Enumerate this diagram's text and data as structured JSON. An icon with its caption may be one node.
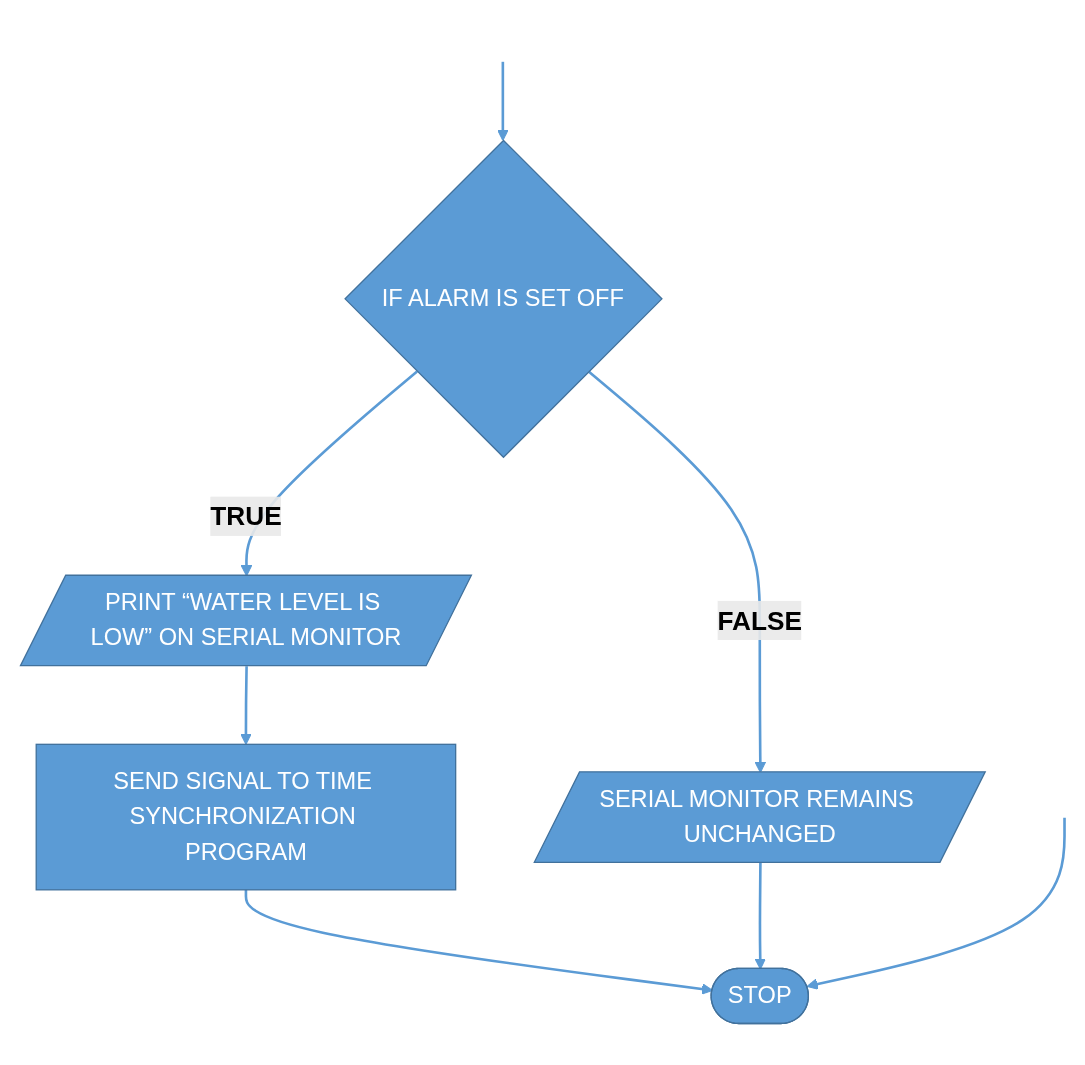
{
  "diagram": {
    "nodes": [
      {
        "text": [
          "IF ALARM IS SET OFF"
        ]
      },
      {
        "text": [
          "SERIAL MONITOR REMAINS UNCHANGED"
        ]
      },
      {
        "text": [
          "PRINT “WATER LEVEL IS LOW” ON SERIAL MONITOR"
        ]
      },
      {
        "text": [
          "SEND SIGNAL TO TIME SYNCHRONIZATION PROGRAM"
        ]
      },
      {
        "text": [
          "STOP"
        ]
      }
    ],
    "edges": [
      {
        "from": null,
        "to": 0,
        "arrow": "to"
      },
      {
        "from": 0,
        "to": 1,
        "label": "FALSE",
        "arrow": "to"
      },
      {
        "from": 0,
        "to": 2,
        "label": "TRUE",
        "arrow": "to"
      },
      {
        "from": 2,
        "to": 3,
        "arrow": "to"
      },
      {
        "from": 3,
        "to": 4,
        "arrow": "to"
      },
      {
        "from": 1,
        "to": 4,
        "arrow": "to"
      },
      {
        "from": null,
        "to": 4,
        "arrow": "to"
      }
    ]
  }
}
